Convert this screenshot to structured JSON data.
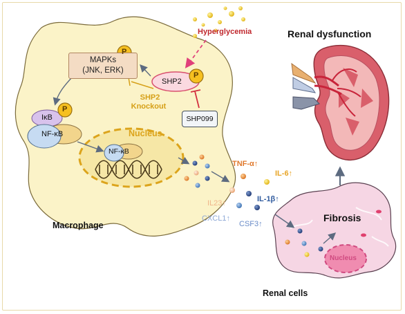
{
  "diagram": {
    "title_renal_dysfunction": "Renal dysfunction",
    "hyperglycemia": "Hyperglycemia",
    "macrophage": "Macrophage",
    "renal_cells": "Renal cells",
    "fibrosis": "Fibrosis",
    "nucleus_macrophage": "Nucleus",
    "nucleus_renal": "Nucleus",
    "mapks_line1": "MAPKs",
    "mapks_line2": "(JNK, ERK)",
    "shp2": "SHP2",
    "shp2_knockout_line1": "SHP2",
    "shp2_knockout_line2": "Knockout",
    "shp099": "SHP099",
    "ikb": "IκB",
    "nfkb": "NF-κB",
    "nfkb_nucleus": "NF-κB",
    "phospho": "P",
    "cytokines": {
      "tnf": "TNF-α↑",
      "il6": "IL-6↑",
      "il23": "IL23↑",
      "il1b": "IL-1β↑",
      "cxcl1": "CXCL1↑",
      "csf3": "CSF3↑"
    },
    "colors": {
      "macrophage_fill": "#fbf3c8",
      "knockout_text": "#d6a018",
      "hyperglycemia_text": "#c0282e",
      "renal_cell_fill": "#f6d6e4",
      "kidney_fill": "#d9626c",
      "tnf": "#e07a2e",
      "il6": "#e8a528",
      "il23": "#f0b58a",
      "il1b": "#2f5a9e",
      "cxcl1": "#8ea8d6",
      "csf3": "#6a8cc8"
    }
  }
}
